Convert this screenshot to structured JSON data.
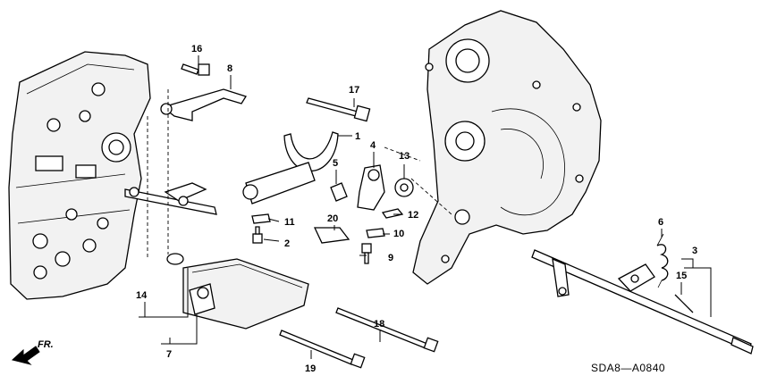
{
  "diagram_code": "SDA8—A0840",
  "front_indicator": "FR.",
  "callouts": [
    "1",
    "2",
    "3",
    "4",
    "5",
    "6",
    "7",
    "8",
    "9",
    "10",
    "11",
    "12",
    "13",
    "14",
    "15",
    "16",
    "17",
    "18",
    "19",
    "20"
  ]
}
